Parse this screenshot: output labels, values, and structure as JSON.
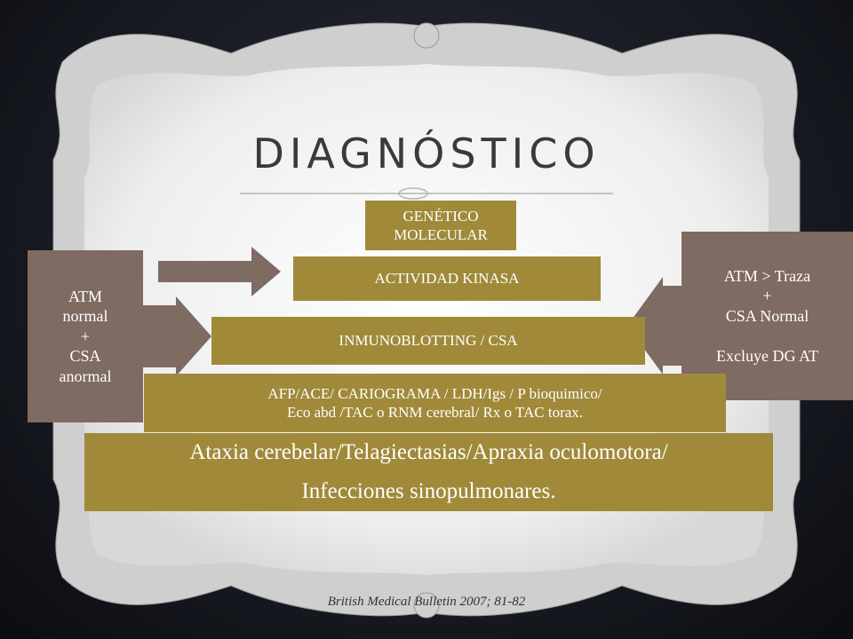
{
  "slide": {
    "title": "DIAGNÓSTICO",
    "reference": "British Medical Bulletin 2007; 81-82"
  },
  "boxes": {
    "genetico": "GENÉTICO\nMOLECULAR",
    "actividad": "ACTIVIDAD KINASA",
    "inmuno": "INMUNOBLOTTING / CSA",
    "afp": "AFP/ACE/ CARIOGRAMA / LDH/Igs / P bioquimico/\nEco abd /TAC o RNM cerebral/ Rx o TAC torax.",
    "ataxia": "Ataxia cerebelar/Telagiectasias/Apraxia oculomotora/\nInfecciones sinopulmonares.",
    "left_note": "ATM\nnormal\n+\nCSA\nanormal",
    "right_note": "ATM > Traza\n+\nCSA Normal\n\nExcluye DG AT"
  },
  "colors": {
    "gold": "#a08a3a",
    "brown": "#7e6b62",
    "frame": "#f1f1f1"
  }
}
